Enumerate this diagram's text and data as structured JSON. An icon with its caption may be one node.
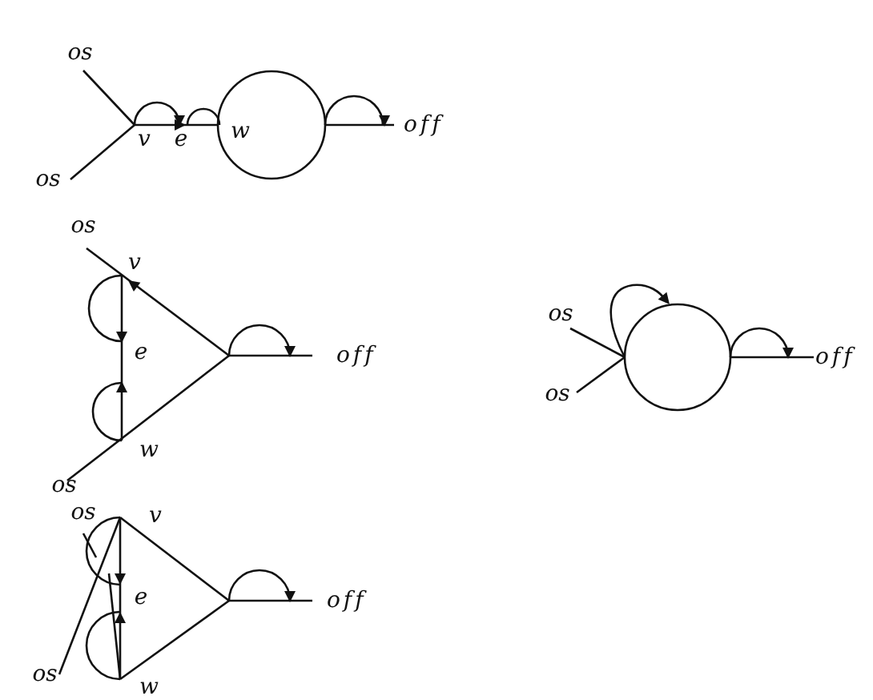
{
  "diagram": {
    "labels": [
      "os",
      "v",
      "e",
      "w",
      "off",
      "os",
      "os",
      "v",
      "e",
      "off",
      "w",
      "os",
      "os",
      "off",
      "os",
      "os",
      "v",
      "e",
      "off",
      "os",
      "w"
    ]
  }
}
